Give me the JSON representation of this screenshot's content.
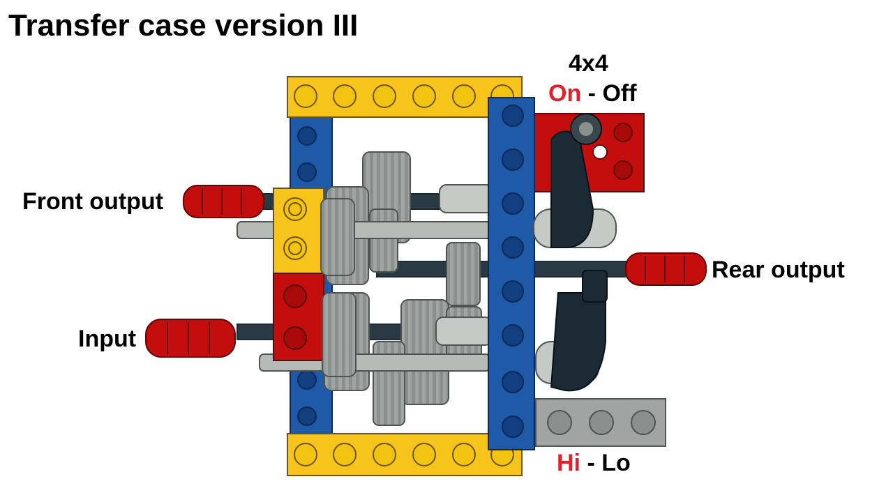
{
  "title": "Transfer case version III",
  "labels": {
    "front_output": "Front output",
    "rear_output": "Rear output",
    "input": "Input",
    "fourbyfour": "4x4",
    "on": "On",
    "sep1": " - ",
    "off": "Off",
    "hi": "Hi",
    "sep2": " - ",
    "lo": "Lo"
  },
  "colors": {
    "yellow": "#f7c41b",
    "blue": "#1e5aa8",
    "red": "#c40d0d",
    "gray": "#a0a5a3",
    "dark": "#1b2a34",
    "label_red": "#e3202a"
  }
}
